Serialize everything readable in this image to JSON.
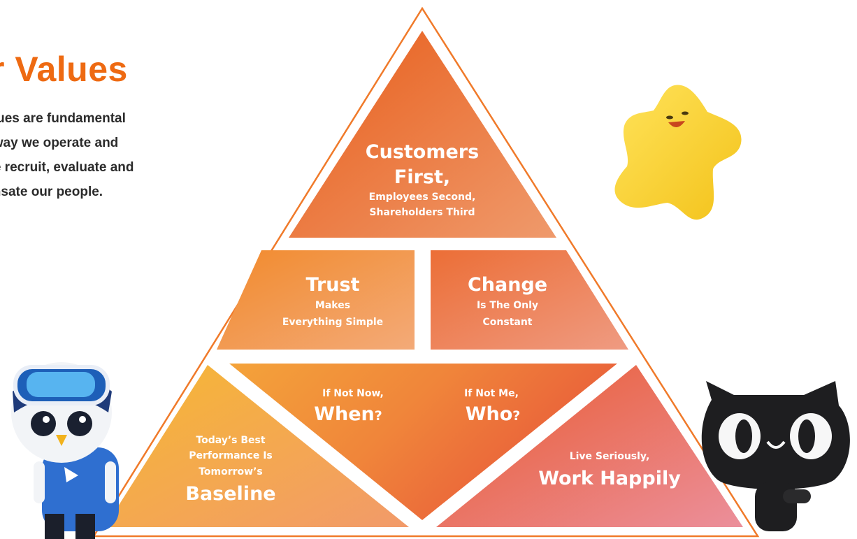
{
  "header": {
    "title": "ur Values",
    "description_lines": [
      "r values are fundamental",
      "the way we operate and",
      "w we recruit, evaluate and",
      "npensate our people."
    ]
  },
  "pyramid": {
    "top": {
      "title_line1": "Customers",
      "title_line2": "First,",
      "sub_line1": "Employees Second,",
      "sub_line2": "Shareholders Third"
    },
    "middle_left": {
      "title": "Trust",
      "sub_line1": "Makes",
      "sub_line2": "Everything Simple"
    },
    "middle_right": {
      "title": "Change",
      "sub_line1": "Is The Only",
      "sub_line2": "Constant"
    },
    "center": {
      "left_small": "If Not Now,",
      "left_big": "When",
      "left_mark": "?",
      "right_small": "If Not Me,",
      "right_big": "Who",
      "right_mark": "?"
    },
    "bottom_left": {
      "line1": "Today’s Best",
      "line2": "Performance Is",
      "line3": "Tomorrow’s",
      "big": "Baseline"
    },
    "bottom_right": {
      "small": "Live Seriously,",
      "big": "Work Happily"
    }
  },
  "colors": {
    "accent": "#ee6a12",
    "outline": "#f07a2a",
    "text_dark": "#2b2b2b"
  },
  "mascots": {
    "star": "yellow-star-mascot-icon",
    "penguin": "penguin-goggles-mascot-icon",
    "cat": "black-cat-mascot-icon"
  }
}
